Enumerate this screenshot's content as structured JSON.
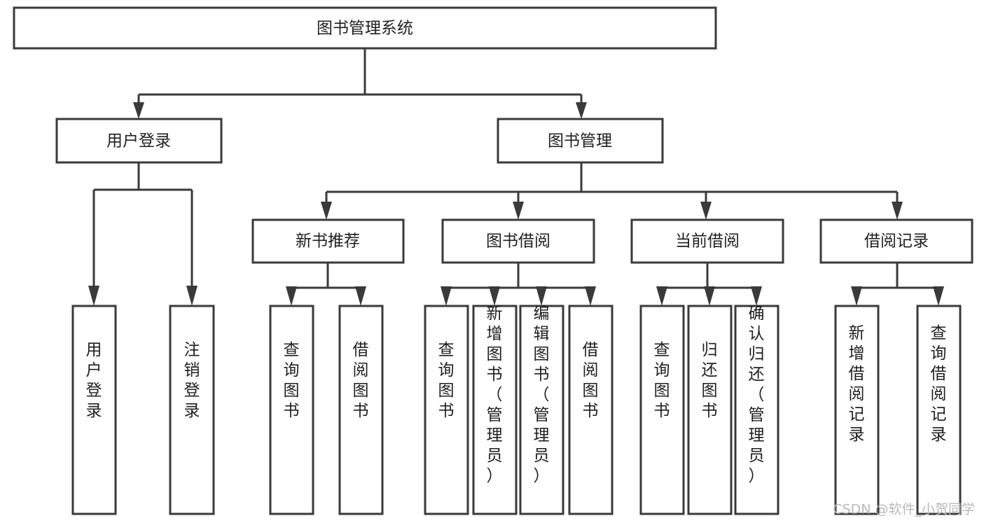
{
  "diagram": {
    "title": "图书管理系统",
    "type": "tree-hierarchy",
    "watermark": "CSDN @软件_小贺同学",
    "colors": {
      "stroke": "#3a3a3a",
      "fill": "#ffffff",
      "text": "#1f1f1f",
      "watermark": "#b9b9b9",
      "background": "#ffffff"
    },
    "root": {
      "id": "root",
      "label": "图书管理系统",
      "orientation": "horizontal"
    },
    "level2": [
      {
        "id": "user-login",
        "label": "用户登录",
        "orientation": "horizontal"
      },
      {
        "id": "book-management",
        "label": "图书管理",
        "orientation": "horizontal"
      }
    ],
    "level3": [
      {
        "id": "new-book-recommend",
        "label": "新书推荐",
        "orientation": "horizontal",
        "parent": "book-management"
      },
      {
        "id": "book-borrow",
        "label": "图书借阅",
        "orientation": "horizontal",
        "parent": "book-management"
      },
      {
        "id": "current-borrow",
        "label": "当前借阅",
        "orientation": "horizontal",
        "parent": "book-management"
      },
      {
        "id": "borrow-record",
        "label": "借阅记录",
        "orientation": "horizontal",
        "parent": "book-management"
      }
    ],
    "leaves": [
      {
        "id": "leaf-user-login",
        "label": "用户登录",
        "orientation": "vertical",
        "parent": "user-login"
      },
      {
        "id": "leaf-logout-login",
        "label": "注销登录",
        "orientation": "vertical",
        "parent": "user-login"
      },
      {
        "id": "leaf-query-book-1",
        "label": "查询图书",
        "orientation": "vertical",
        "parent": "new-book-recommend"
      },
      {
        "id": "leaf-borrow-book-1",
        "label": "借阅图书",
        "orientation": "vertical",
        "parent": "new-book-recommend"
      },
      {
        "id": "leaf-query-book-2",
        "label": "查询图书",
        "orientation": "vertical",
        "parent": "book-borrow"
      },
      {
        "id": "leaf-add-book",
        "label": "新增图书（管理员）",
        "orientation": "vertical",
        "parent": "book-borrow"
      },
      {
        "id": "leaf-edit-book",
        "label": "编辑图书（管理员）",
        "orientation": "vertical",
        "parent": "book-borrow"
      },
      {
        "id": "leaf-borrow-book-2",
        "label": "借阅图书",
        "orientation": "vertical",
        "parent": "book-borrow"
      },
      {
        "id": "leaf-query-book-3",
        "label": "查询图书",
        "orientation": "vertical",
        "parent": "current-borrow"
      },
      {
        "id": "leaf-return-book",
        "label": "归还图书",
        "orientation": "vertical",
        "parent": "current-borrow"
      },
      {
        "id": "leaf-confirm-return",
        "label": "确认归还（管理员）",
        "orientation": "vertical",
        "parent": "current-borrow"
      },
      {
        "id": "leaf-add-record",
        "label": "新增借阅记录",
        "orientation": "vertical",
        "parent": "borrow-record"
      },
      {
        "id": "leaf-query-record",
        "label": "查询借阅记录",
        "orientation": "vertical",
        "parent": "borrow-record"
      }
    ]
  }
}
